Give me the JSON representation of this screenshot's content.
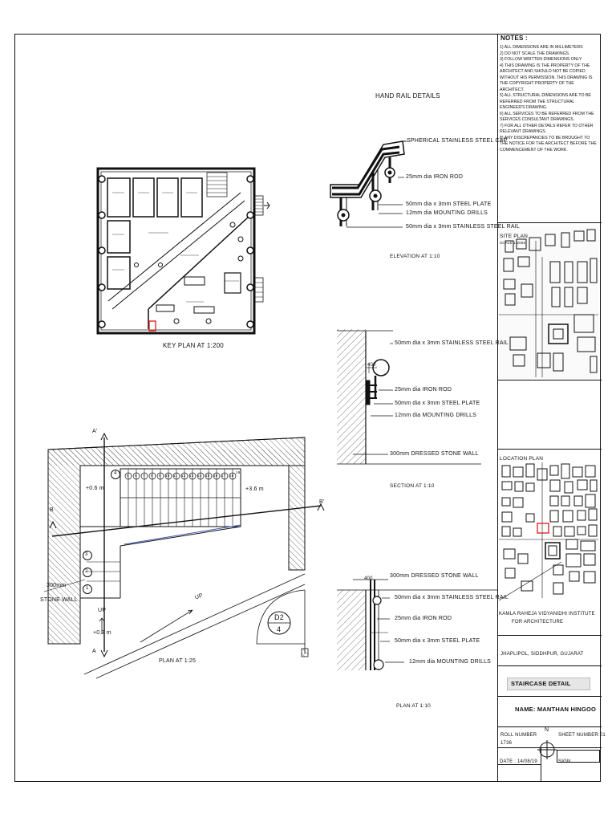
{
  "drawing": {
    "handrail_title": "HAND RAIL DETAILS",
    "key_plan_label": "KEY PLAN AT 1:200",
    "elevation_label": "ELEVATION AT 1:10",
    "section_label": "SECTION AT 1:10",
    "plan25_label": "PLAN AT 1:25",
    "plan10_label": "PLAN AT 1:10",
    "elevation_callouts": [
      "SPHERICAL STAINLESS STEEL CAP",
      "25mm dia IRON ROD",
      "50mm dia x 3mm STEEL PLATE",
      "12mm dia MOUNTING DRILLS",
      "50mm dia x 3mm STAINLESS STEEL RAIL"
    ],
    "section_callouts": [
      "50mm dia x 3mm STAINLESS STEEL RAIL",
      "25mm dia IRON ROD",
      "50mm dia x 3mm STEEL PLATE",
      "12mm dia MOUNTING DRILLS",
      "300mm DRESSED STONE WALL"
    ],
    "plan10_callouts": [
      "300mm DRESSED STONE WALL",
      "50mm dia x 3mm STAINLESS STEEL RAIL",
      "25mm dia IRON ROD",
      "50mm dia x 3mm STEEL PLATE",
      "12mm dia MOUNTING DRILLS"
    ],
    "dim_400": "400",
    "plan25": {
      "section_a": "A'",
      "section_a2": "A",
      "section_b": "B",
      "section_b2": "B'",
      "level_left": "+0.6 m",
      "level_right": "+3.6 m",
      "level_bottom": "+0.3 m",
      "up_1": "UP",
      "up_2": "UP",
      "wall_label_1": "300mm",
      "wall_label_2": "STONE WALL",
      "door_tag_1": "D2",
      "door_tag_2": "4",
      "upper_steps": [
        "4",
        "5",
        "6",
        "7",
        "8",
        "9",
        "10",
        "11",
        "12",
        "13",
        "14",
        "15",
        "16",
        "17",
        "18",
        "19"
      ],
      "lower_steps": [
        "3",
        "2",
        "1"
      ]
    }
  },
  "title_block": {
    "notes_heading": "NOTES :",
    "notes": [
      "1) ALL DIMENSIONS ARE IN MILLIMETERS",
      "2) DO NOT SCALE THE DRAWINGS",
      "3) FOLLOW WRITTEN DIMENSIONS ONLY",
      "4) THIS DRAWING IS THE PROPERTY OF THE ARCHITECT AND SHOULD NOT BE COPIED WITHOUT HIS PERMISSION. THIS DRAWING IS THE COPYRIGHT PROPERTY OF THE ARCHITECT.",
      "5) ALL STRUCTURAL DIMENSIONS ARE TO BE REFERRED FROM THE STRUCTURAL ENGINEER'S DRAWING.",
      "6) ALL SERVICES TO BE REFERRED FROM THE SERVICES CONSULTANT DRAWINGS.",
      "7) FOR ALL OTHER DETAILS REFER TO OTHER RELEVANT DRAWINGS.",
      "8) ANY DISCREPANCIES TO BE BROUGHT TO THE NOTICE FOR THE ARCHITECT BEFORE THE COMMENCEMENT OF THE WORK."
    ],
    "site_plan_label": "SITE PLAN",
    "site_plan_scale": "SCALE 1:2000",
    "location_plan_label": "LOCATION PLAN",
    "institute_line1": "KAMLA RAHEJA VIDYANIDHI INSTITUTE",
    "institute_line2": "FOR ARCHITECTURE",
    "address": "JHAPLIPOL, SIDDHPUR, GUJARAT",
    "sheet_title": "STAIRCASE DETAIL",
    "name_label": "NAME: MANTHAN HINGOO",
    "roll_label": "ROLL NUMBER",
    "roll_value": "1736",
    "north": "N",
    "sheet_number": "SHEET NUMBER:01",
    "date": "DATE : 14/08/19",
    "sign": "SIGN"
  },
  "colors": {
    "line": "#111111",
    "highlight": "#e01818",
    "title_fill": "#e6e6e6"
  }
}
